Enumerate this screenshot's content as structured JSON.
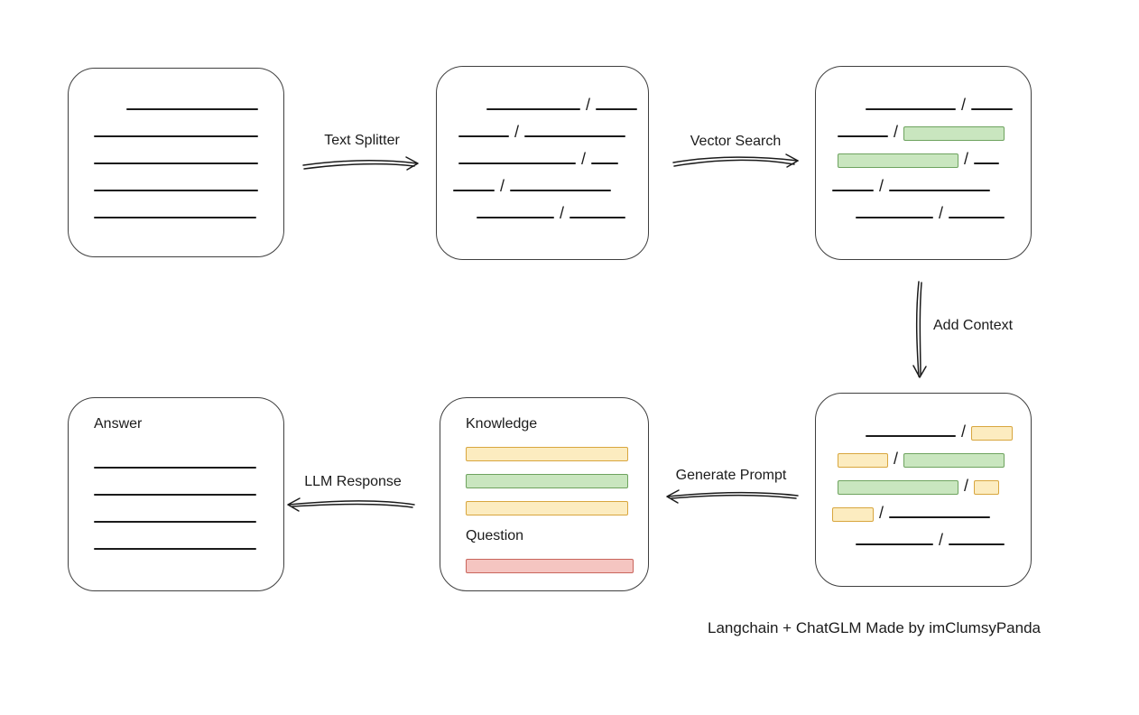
{
  "caption": "Langchain + ChatGLM Made by imClumsyPanda",
  "glyphs": {
    "slash": "/"
  },
  "colors": {
    "stroke": "#1b1b1b",
    "green_fill": "#c9e6bf",
    "green_border": "#6ea35f",
    "yellow_fill": "#fcecc0",
    "yellow_border": "#d8a63e",
    "red_fill": "#f5c5c1",
    "red_border": "#c9655c"
  },
  "labels": {
    "text_splitter": "Text Splitter",
    "vector_search": "Vector Search",
    "add_context": "Add Context",
    "generate_prompt": "Generate Prompt",
    "llm_response": "LLM Response"
  },
  "boxes": {
    "source_document": {
      "rows": [
        {
          "offset": 64,
          "segments": [
            {
              "kind": "line",
              "w": 146
            }
          ]
        },
        {
          "offset": 28,
          "segments": [
            {
              "kind": "line",
              "w": 182
            }
          ]
        },
        {
          "offset": 28,
          "segments": [
            {
              "kind": "line",
              "w": 182
            }
          ]
        },
        {
          "offset": 28,
          "segments": [
            {
              "kind": "line",
              "w": 182
            }
          ]
        },
        {
          "offset": 28,
          "segments": [
            {
              "kind": "line",
              "w": 180
            }
          ]
        }
      ]
    },
    "split_chunks": {
      "rows": [
        {
          "offset": 55,
          "segments": [
            {
              "kind": "line",
              "w": 104
            },
            {
              "kind": "slash"
            },
            {
              "kind": "line",
              "w": 46
            }
          ]
        },
        {
          "offset": 24,
          "segments": [
            {
              "kind": "line",
              "w": 56
            },
            {
              "kind": "slash"
            },
            {
              "kind": "line",
              "w": 112
            }
          ]
        },
        {
          "offset": 24,
          "segments": [
            {
              "kind": "line",
              "w": 130
            },
            {
              "kind": "slash"
            },
            {
              "kind": "line",
              "w": 30
            }
          ]
        },
        {
          "offset": 18,
          "segments": [
            {
              "kind": "line",
              "w": 46
            },
            {
              "kind": "slash"
            },
            {
              "kind": "line",
              "w": 112
            }
          ]
        },
        {
          "offset": 44,
          "segments": [
            {
              "kind": "line",
              "w": 86
            },
            {
              "kind": "slash"
            },
            {
              "kind": "line",
              "w": 62
            }
          ]
        }
      ]
    },
    "matched_chunks": {
      "rows": [
        {
          "offset": 55,
          "segments": [
            {
              "kind": "line",
              "w": 100
            },
            {
              "kind": "slash"
            },
            {
              "kind": "line",
              "w": 46
            }
          ]
        },
        {
          "offset": 24,
          "segments": [
            {
              "kind": "line",
              "w": 56
            },
            {
              "kind": "slash"
            },
            {
              "kind": "green",
              "w": 112
            }
          ]
        },
        {
          "offset": 24,
          "segments": [
            {
              "kind": "green",
              "w": 134
            },
            {
              "kind": "slash"
            },
            {
              "kind": "line",
              "w": 28
            }
          ]
        },
        {
          "offset": 18,
          "segments": [
            {
              "kind": "line",
              "w": 46
            },
            {
              "kind": "slash"
            },
            {
              "kind": "line",
              "w": 112
            }
          ]
        },
        {
          "offset": 44,
          "segments": [
            {
              "kind": "line",
              "w": 86
            },
            {
              "kind": "slash"
            },
            {
              "kind": "line",
              "w": 62
            }
          ]
        }
      ]
    },
    "context_chunks": {
      "rows": [
        {
          "offset": 55,
          "segments": [
            {
              "kind": "line",
              "w": 100
            },
            {
              "kind": "slash"
            },
            {
              "kind": "yellow",
              "w": 46
            }
          ]
        },
        {
          "offset": 24,
          "segments": [
            {
              "kind": "yellow",
              "w": 56
            },
            {
              "kind": "slash"
            },
            {
              "kind": "green",
              "w": 112
            }
          ]
        },
        {
          "offset": 24,
          "segments": [
            {
              "kind": "green",
              "w": 134
            },
            {
              "kind": "slash"
            },
            {
              "kind": "yellow",
              "w": 28
            }
          ]
        },
        {
          "offset": 18,
          "segments": [
            {
              "kind": "yellow",
              "w": 46
            },
            {
              "kind": "slash"
            },
            {
              "kind": "line",
              "w": 112
            }
          ]
        },
        {
          "offset": 44,
          "segments": [
            {
              "kind": "line",
              "w": 86
            },
            {
              "kind": "slash"
            },
            {
              "kind": "line",
              "w": 62
            }
          ]
        }
      ]
    },
    "prompt": {
      "knowledge_label": "Knowledge",
      "knowledge_rows": [
        {
          "offset": 0,
          "segments": [
            {
              "kind": "yellow",
              "w": 180
            }
          ]
        },
        {
          "offset": 0,
          "segments": [
            {
              "kind": "green",
              "w": 180
            }
          ]
        },
        {
          "offset": 0,
          "segments": [
            {
              "kind": "yellow",
              "w": 180
            }
          ]
        }
      ],
      "question_label": "Question",
      "question_rows": [
        {
          "offset": 0,
          "segments": [
            {
              "kind": "red",
              "w": 186
            }
          ]
        }
      ]
    },
    "answer": {
      "label": "Answer",
      "rows": [
        {
          "offset": 0,
          "segments": [
            {
              "kind": "line",
              "w": 180
            }
          ]
        },
        {
          "offset": 0,
          "segments": [
            {
              "kind": "line",
              "w": 180
            }
          ]
        },
        {
          "offset": 0,
          "segments": [
            {
              "kind": "line",
              "w": 180
            }
          ]
        },
        {
          "offset": 0,
          "segments": [
            {
              "kind": "line",
              "w": 180
            }
          ]
        }
      ]
    }
  }
}
